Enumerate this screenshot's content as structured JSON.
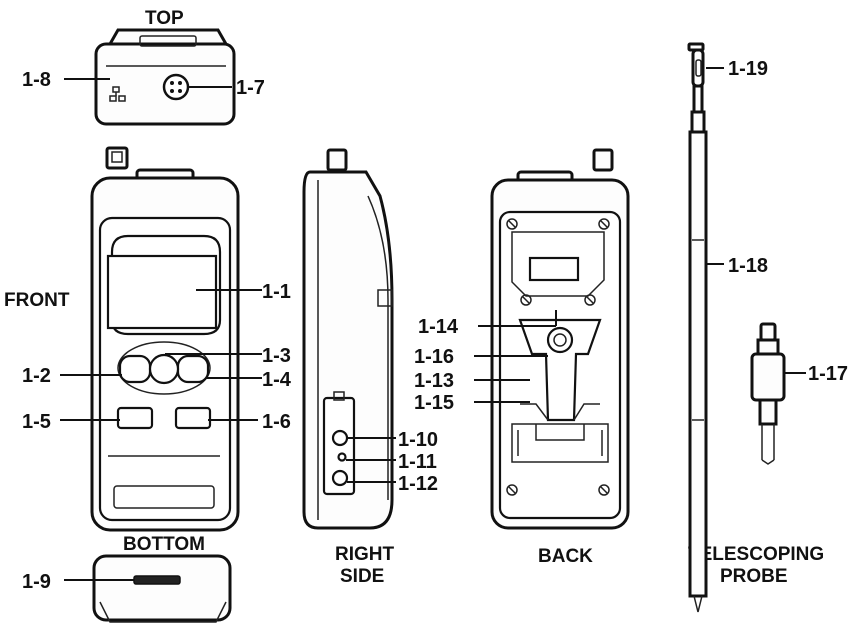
{
  "views": {
    "top": "TOP",
    "front": "FRONT",
    "bottom": "BOTTOM",
    "right_side_line1": "RIGHT",
    "right_side_line2": "SIDE",
    "back": "BACK",
    "probe_line1": "TELESCOPING",
    "probe_line2": "PROBE"
  },
  "callouts": {
    "c1_1": "1-1",
    "c1_2": "1-2",
    "c1_3": "1-3",
    "c1_4": "1-4",
    "c1_5": "1-5",
    "c1_6": "1-6",
    "c1_7": "1-7",
    "c1_8": "1-8",
    "c1_9": "1-9",
    "c1_10": "1-10",
    "c1_11": "1-11",
    "c1_12": "1-12",
    "c1_13": "1-13",
    "c1_14": "1-14",
    "c1_15": "1-15",
    "c1_16": "1-16",
    "c1_17": "1-17",
    "c1_18": "1-18",
    "c1_19": "1-19"
  }
}
